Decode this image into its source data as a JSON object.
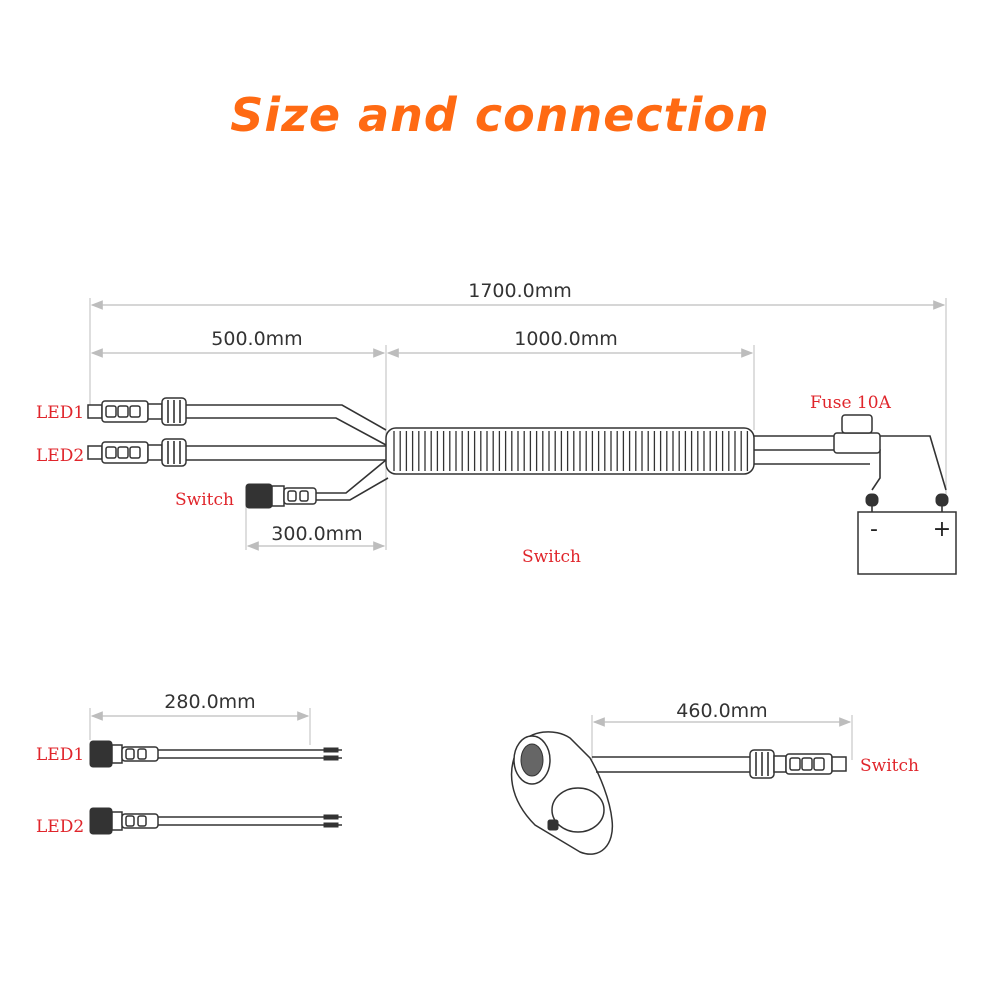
{
  "title": "Size and connection",
  "colors": {
    "title": "#ff6a13",
    "label": "#e0252b",
    "line": "#333333",
    "dimension": "#bdbdbd"
  },
  "dimensions": {
    "total": "1700.0mm",
    "branch": "500.0mm",
    "main": "1000.0mm",
    "switch_branch": "300.0mm",
    "led_cable": "280.0mm",
    "switch_cable": "460.0mm"
  },
  "labels": {
    "led1": "LED1",
    "led2": "LED2",
    "switch": "Switch",
    "fuse": "Fuse 10A",
    "switch_center": "Switch",
    "led1_bottom": "LED1",
    "led2_bottom": "LED2",
    "switch_right": "Switch"
  },
  "battery": {
    "minus": "-",
    "plus": "+"
  }
}
